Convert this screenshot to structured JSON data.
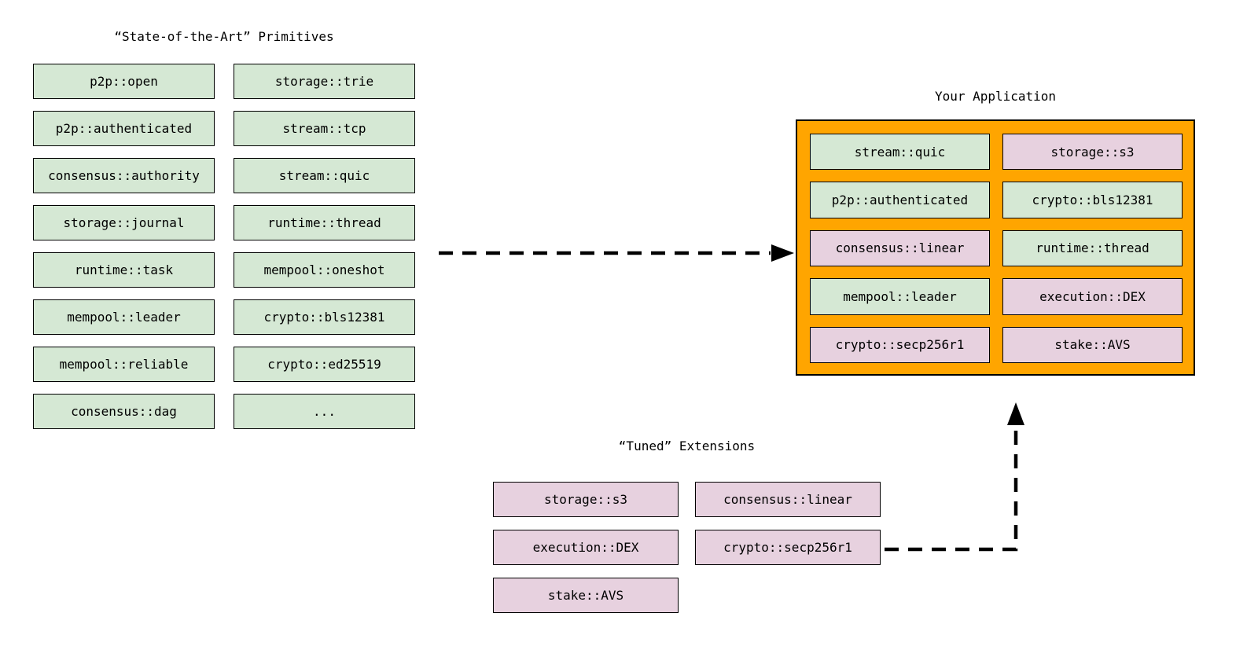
{
  "colors": {
    "green": "#d5e8d4",
    "pink": "#e7d1df",
    "orange": "#ffa500",
    "border": "#000000",
    "arrow": "#000000",
    "background": "#ffffff"
  },
  "primitives": {
    "title": "“State-of-the-Art” Primitives",
    "items": [
      "p2p::open",
      "storage::trie",
      "p2p::authenticated",
      "stream::tcp",
      "consensus::authority",
      "stream::quic",
      "storage::journal",
      "runtime::thread",
      "runtime::task",
      "mempool::oneshot",
      "mempool::leader",
      "crypto::bls12381",
      "mempool::reliable",
      "crypto::ed25519",
      "consensus::dag",
      "..."
    ]
  },
  "application": {
    "title": "Your Application",
    "items": [
      {
        "label": "stream::quic",
        "variant": "primitive"
      },
      {
        "label": "storage::s3",
        "variant": "extension"
      },
      {
        "label": "p2p::authenticated",
        "variant": "primitive"
      },
      {
        "label": "crypto::bls12381",
        "variant": "primitive"
      },
      {
        "label": "consensus::linear",
        "variant": "extension"
      },
      {
        "label": "runtime::thread",
        "variant": "primitive"
      },
      {
        "label": "mempool::leader",
        "variant": "primitive"
      },
      {
        "label": "execution::DEX",
        "variant": "extension"
      },
      {
        "label": "crypto::secp256r1",
        "variant": "extension"
      },
      {
        "label": "stake::AVS",
        "variant": "extension"
      }
    ]
  },
  "extensions": {
    "title": "“Tuned” Extensions",
    "items": [
      "storage::s3",
      "consensus::linear",
      "execution::DEX",
      "crypto::secp256r1",
      "stake::AVS"
    ]
  }
}
